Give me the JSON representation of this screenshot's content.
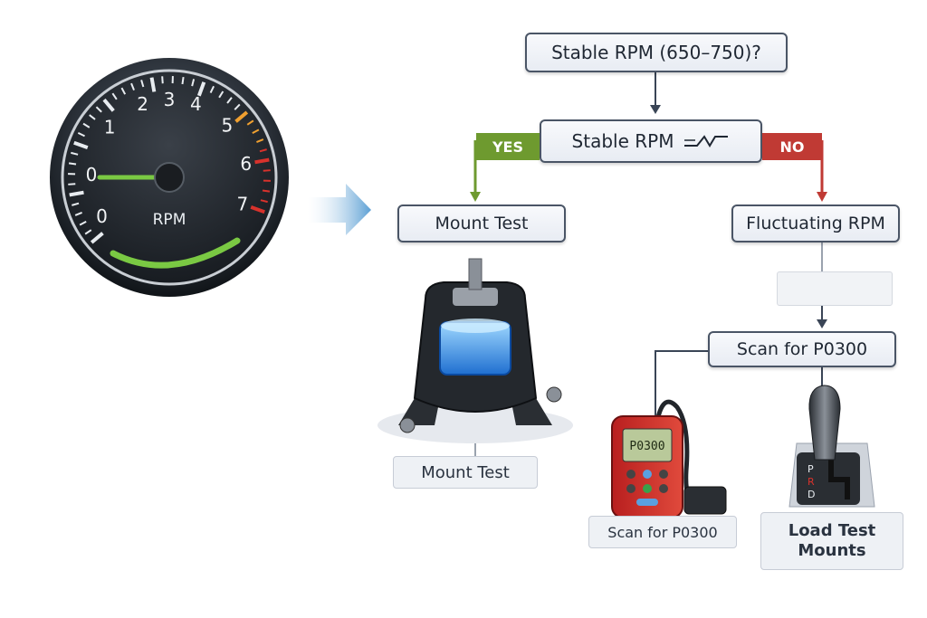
{
  "gauge": {
    "tick_labels": [
      "0",
      "0",
      "1",
      "2",
      "3",
      "4",
      "5",
      "6",
      "7"
    ],
    "unit_label": "RPM",
    "needle_value": 0
  },
  "flow": {
    "question": "Stable RPM (650–750)?",
    "decision": "Stable RPM",
    "yes_label": "YES",
    "no_label": "NO",
    "mount_test": "Mount Test",
    "mount_test_caption": "Mount Test",
    "fluctuating": "Fluctuating RPM",
    "scan": "Scan for P0300",
    "scan_caption": "Scan for P0300",
    "load_test": "Load Test\nMounts"
  },
  "scanner": {
    "screen_code": "P0300"
  },
  "shifter": {
    "gear_letters": [
      "P",
      "R",
      "D"
    ]
  },
  "colors": {
    "yes": "#6e9a2f",
    "no": "#c03a34",
    "needle": "#7ac943",
    "arrow": "#6fa8d6",
    "connector": "#3a4556"
  },
  "icons": [
    "rpm-gauge",
    "engine-mount",
    "obd-scanner",
    "gear-shifter",
    "wave",
    "arrow-right"
  ]
}
